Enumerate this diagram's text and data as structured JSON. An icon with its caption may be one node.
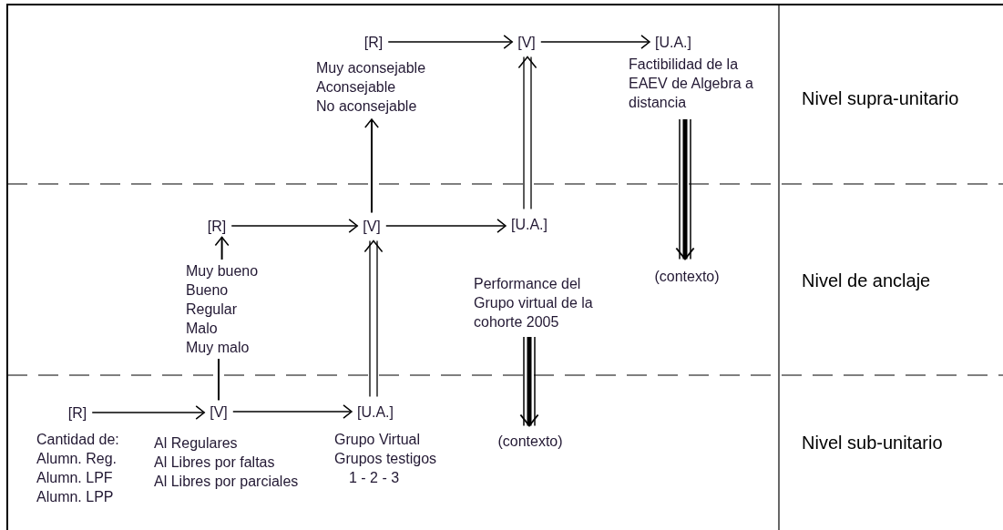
{
  "diagram": {
    "nodes": [
      {
        "text": [
          "[R]"
        ]
      },
      {
        "text": [
          "[V]"
        ]
      },
      {
        "text": [
          "[U.A.]"
        ],
        "beside": [
          "Factibilidad de la EAEV de Algebra a distancia"
        ]
      },
      {
        "text": [
          "Muy aconsejable",
          "Aconsejable",
          "No aconsejable"
        ]
      },
      {
        "text": [
          "(contexto)"
        ]
      },
      {
        "text": [
          "[R]"
        ]
      },
      {
        "text": [
          "[V]"
        ]
      },
      {
        "text": [
          "[U.A.]"
        ],
        "beside": [
          "Performance del Grupo virtual de la cohorte 2005"
        ]
      },
      {
        "text": [
          "Muy bueno",
          "Bueno",
          "Regular",
          "Malo",
          "Muy malo"
        ]
      },
      {
        "text": [
          "[R]"
        ],
        "beside": [
          "Cantidad de:",
          "Alumn. Reg.",
          "Alumn. LPF",
          "Alumn. LPP"
        ]
      },
      {
        "text": [
          "[V]"
        ],
        "beside": [
          "Al Regulares",
          "Al Libres por faltas",
          "Al Libres por parciales"
        ]
      },
      {
        "text": [
          "[U.A.]"
        ],
        "beside": [
          "Grupo Virtual",
          "Grupos testigos",
          "1 - 2 - 3"
        ]
      },
      {
        "text": [
          "(contexto)"
        ]
      }
    ],
    "edges": [
      {
        "from": 0,
        "to": 1,
        "arrow": "to"
      },
      {
        "from": 1,
        "to": 2,
        "arrow": "to"
      },
      {
        "from": 2,
        "to": 4,
        "arrow": "to",
        "style": "thick"
      },
      {
        "from": 6,
        "to": 3,
        "arrow": "to"
      },
      {
        "from": 7,
        "to": 1,
        "arrow": "to"
      },
      {
        "from": 5,
        "to": 6,
        "arrow": "to"
      },
      {
        "from": 6,
        "to": 7,
        "arrow": "to"
      },
      {
        "from": 7,
        "to": 12,
        "arrow": "to",
        "style": "thick"
      },
      {
        "from": 8,
        "to": 5,
        "arrow": "to"
      },
      {
        "from": 10,
        "to": 8,
        "arrow": "none"
      },
      {
        "from": 11,
        "to": 6,
        "arrow": "to"
      },
      {
        "from": 9,
        "to": 10,
        "arrow": "to"
      },
      {
        "from": 10,
        "to": 11,
        "arrow": "to"
      }
    ],
    "labels": [
      "Nivel supra-unitario",
      "Nivel de anclaje",
      "Nivel sub-unitario"
    ]
  }
}
